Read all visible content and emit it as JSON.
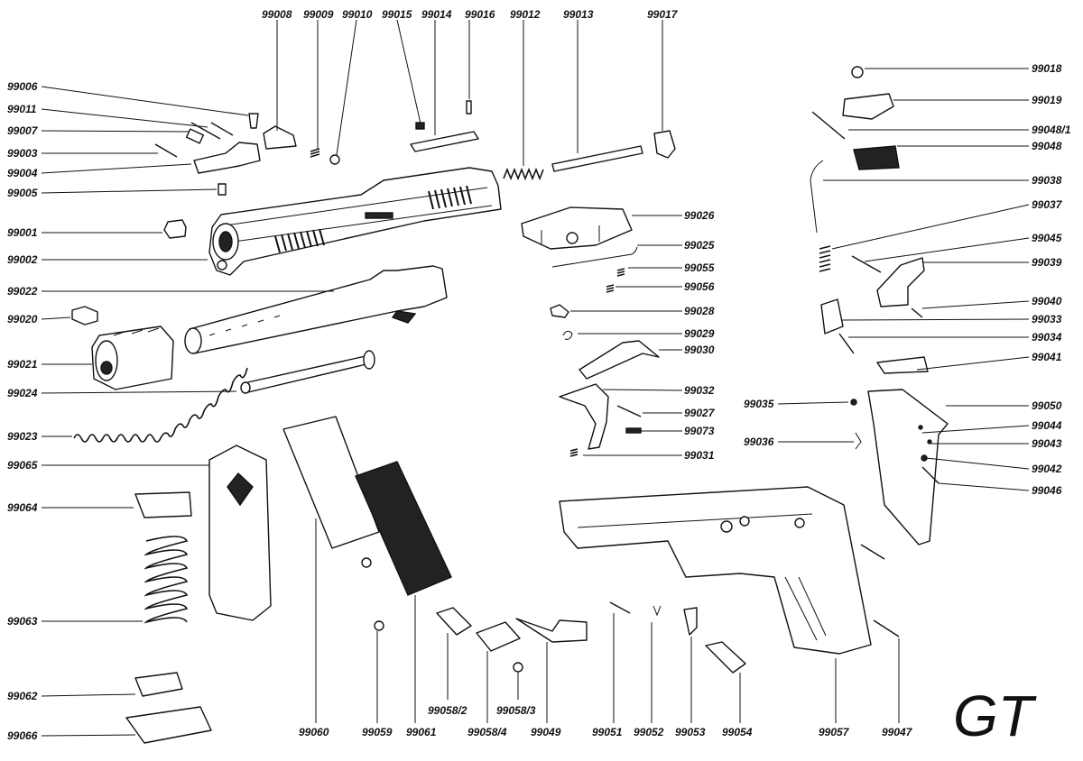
{
  "brand": "GT",
  "labels": [
    "99008",
    "99009",
    "99010",
    "99015",
    "99014",
    "99016",
    "99012",
    "99013",
    "99017",
    "99006",
    "99011",
    "99007",
    "99003",
    "99004",
    "99005",
    "99001",
    "99002",
    "99022",
    "99020",
    "99021",
    "99024",
    "99023",
    "99065",
    "99064",
    "99063",
    "99062",
    "99066",
    "99060",
    "99059",
    "99061",
    "99058/2",
    "99058/4",
    "99058/3",
    "99049",
    "99051",
    "99052",
    "99053",
    "99054",
    "99057",
    "99047",
    "99026",
    "99025",
    "99055",
    "99056",
    "99028",
    "99029",
    "99030",
    "99032",
    "99027",
    "99073",
    "99031",
    "99035",
    "99036",
    "99018",
    "99019",
    "99048/1",
    "99048",
    "99038",
    "99037",
    "99045",
    "99039",
    "99040",
    "99033",
    "99034",
    "99041",
    "99050",
    "99044",
    "99043",
    "99042",
    "99046"
  ]
}
